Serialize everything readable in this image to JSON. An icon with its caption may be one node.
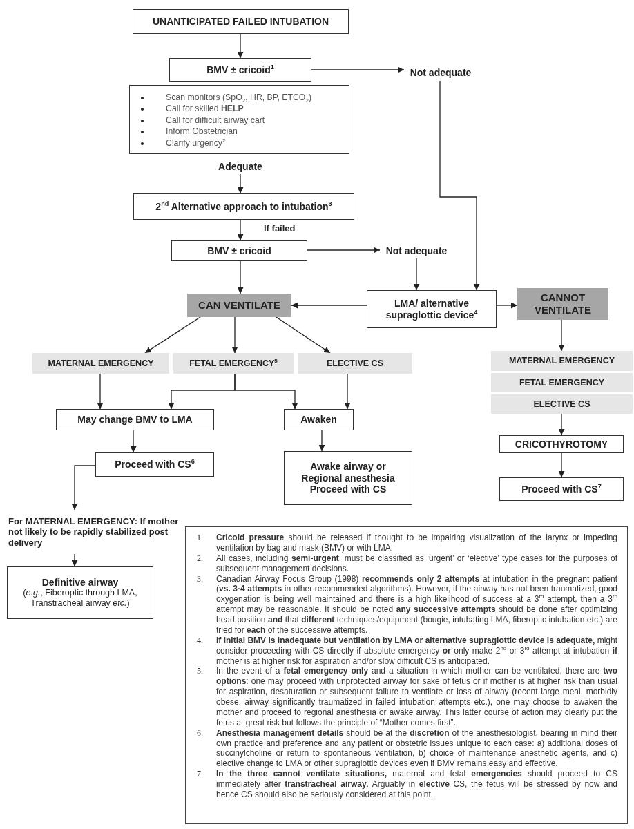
{
  "diagram": {
    "nodes": [
      {
        "text": [
          "UNANTICIPATED FAILED INTUBATION"
        ]
      },
      {
        "text": [
          "BMV ± cricoid$^{1}$"
        ]
      },
      {
        "text": [
          "Not adequate"
        ]
      },
      {
        "text": [
          "Scan monitors (SpO$_{2}$, HR, BP, ETCO$_{2}$)",
          "Call for skilled **HELP**",
          "Call for difficult airway cart",
          "Inform Obstetrician",
          "Clarify urgency$^{2}$"
        ]
      },
      {
        "text": [
          "Adequate"
        ]
      },
      {
        "text": [
          "2$^{nd}$ Alternative approach to intubation$^{3}$"
        ]
      },
      {
        "text": [
          "BMV ± cricoid"
        ]
      },
      {
        "text": [
          "Not adequate"
        ]
      },
      {
        "text": [
          "CAN VENTILATE"
        ]
      },
      {
        "text": [
          "LMA/ alternative supraglottic device$^{4}$"
        ]
      },
      {
        "text": [
          "CANNOT VENTILATE"
        ]
      },
      {
        "text": [
          "MATERNAL EMERGENCY"
        ]
      },
      {
        "text": [
          "FETAL EMERGENCY$^{5}$"
        ]
      },
      {
        "text": [
          "ELECTIVE CS"
        ]
      },
      {
        "text": [
          "MATERNAL EMERGENCY"
        ]
      },
      {
        "text": [
          "FETAL EMERGENCY"
        ]
      },
      {
        "text": [
          "ELECTIVE CS"
        ]
      },
      {
        "text": [
          "May change BMV to LMA"
        ]
      },
      {
        "text": [
          "Awaken"
        ]
      },
      {
        "text": [
          "CRICOTHYROTOMY"
        ]
      },
      {
        "text": [
          "Proceed with CS$^{6}$"
        ]
      },
      {
        "text": [
          "Awake airway or Regional anesthesia Proceed with CS"
        ]
      },
      {
        "text": [
          "Proceed with CS$^{7}$"
        ]
      },
      {
        "text": [
          "For MATERNAL EMERGENCY: If mother not likely to be rapidly stabilized post delivery"
        ]
      },
      {
        "text": [
          "Definitive airway",
          "(*e.g.*, Fiberoptic through LMA, Transtracheal airway *etc.*)"
        ]
      },
      {
        "text": [
          "1.",
          "**Cricoid pressure** should be released if thought to be impairing visualization of the larynx or impeding ventilation by bag and mask (BMV) or with LMA.",
          "2.",
          "All cases, including **semi-urgent**, must be classified as ‘urgent’ or ‘elective’ type cases for the purposes of subsequent management decisions.",
          "3.",
          "Canadian Airway Focus Group (1998) **recommends only 2 attempts** at intubation in the pregnant patient (**vs. 3-4 attempts** in other recommended algorithms). However, if the airway has not been traumatized, good oxygenation is being well maintained and there is a high likelihood of success at a 3$^{rd}$ attempt, then a 3$^{rd}$ attempt may be reasonable. It should be noted **any successive attempts** should be done after optimizing head position **and** that **different** techniques/equipment (bougie, intubating LMA, fiberoptic intubation etc.) are tried for **each** of the successive attempts.",
          "4.",
          "**If initial BMV is inadequate but ventilation by LMA or alternative supraglottic device is adequate,** might consider proceeding with CS directly if absolute emergency **or** only make 2$^{nd}$ or 3$^{rd}$ attempt at intubation **if** mother is at higher risk for aspiration and/or slow difficult CS is anticipated.",
          "5.",
          "In the event of a **fetal emergency only** and a situation in which mother can be ventilated, there are **two options**: one may proceed with unprotected airway for sake of fetus or if mother is at higher risk than usual for aspiration, desaturation or subsequent failure to ventilate or loss of airway (recent large meal, morbidly obese, airway significantly traumatized in failed intubation attempts etc.), one may choose to awaken the mother and proceed to regional anesthesia or awake airway. This latter course of action may clearly put the fetus at great risk but follows the principle of “Mother comes first”.",
          "6.",
          "**Anesthesia management details** should be at the **discretion** of the anesthesiologist, bearing in mind their own practice and preference and any patient or obstetric issues unique to each case: a) additional doses of succinylcholine or return to spontaneous ventilation, b) choice of maintenance anesthetic agents, and c) elective change to LMA or other supraglottic devices even if BMV remains easy and effective.",
          "7.",
          "**In the three cannot ventilate situations,** maternal and fetal **emergencies** should proceed to CS immediately after **transtracheal airway**. Arguably in **elective** CS, the fetus will be stressed by now and hence CS should also be seriously considered at this point."
        ]
      }
    ],
    "edges": [
      {
        "from": 0,
        "to": 1,
        "arrow": "to"
      },
      {
        "from": 1,
        "to": 2,
        "arrow": "to"
      },
      {
        "from": 2,
        "to": 9,
        "arrow": "to"
      },
      {
        "from": 4,
        "to": 5,
        "arrow": "to"
      },
      {
        "from": 5,
        "to": 6,
        "arrow": "to",
        "label": "If failed"
      },
      {
        "from": 6,
        "to": 7,
        "arrow": "to"
      },
      {
        "from": 6,
        "to": 8,
        "arrow": "to"
      },
      {
        "from": 7,
        "to": 9,
        "arrow": "to"
      },
      {
        "from": 9,
        "to": 8,
        "arrow": "to"
      },
      {
        "from": 9,
        "to": 10,
        "arrow": "to"
      },
      {
        "from": 8,
        "to": 11,
        "arrow": "to"
      },
      {
        "from": 8,
        "to": 12,
        "arrow": "to"
      },
      {
        "from": 8,
        "to": 13,
        "arrow": "to"
      },
      {
        "from": 10,
        "to": 14,
        "arrow": "to"
      },
      {
        "from": 11,
        "to": 17,
        "arrow": "to"
      },
      {
        "from": 12,
        "to": 17,
        "arrow": "to"
      },
      {
        "from": 12,
        "to": 18,
        "arrow": "to"
      },
      {
        "from": 13,
        "to": 18,
        "arrow": "to"
      },
      {
        "from": 16,
        "to": 19,
        "arrow": "to"
      },
      {
        "from": 17,
        "to": 20,
        "arrow": "to"
      },
      {
        "from": 18,
        "to": 21,
        "arrow": "to"
      },
      {
        "from": 19,
        "to": 22,
        "arrow": "to"
      },
      {
        "from": 20,
        "to": 23,
        "arrow": "to"
      },
      {
        "from": 23,
        "to": 24,
        "arrow": "to"
      }
    ]
  }
}
